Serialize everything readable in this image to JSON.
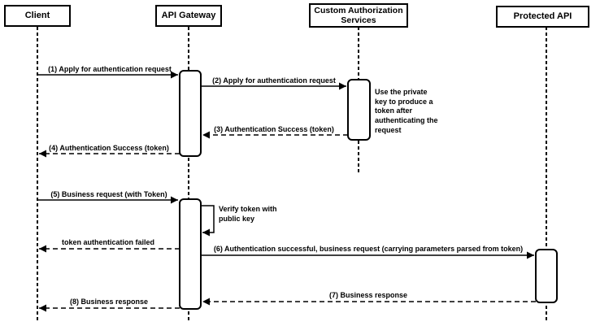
{
  "diagram_type": "uml-sequence",
  "colors": {
    "stroke": "#000000",
    "shape_fill": "#ffffff",
    "text": "#000000",
    "background": "#ffffff"
  },
  "participants": [
    {
      "label": "Client"
    },
    {
      "label": "API Gateway"
    },
    {
      "label": "Custom Authorization Services"
    },
    {
      "label": "Protected API"
    }
  ],
  "messages": [
    {
      "label": "(1) Apply for authentication request",
      "from": "Client",
      "to": "API Gateway",
      "line": "solid"
    },
    {
      "label": "(2) Apply for authentication request",
      "from": "API Gateway",
      "to": "Custom Authorization Services",
      "line": "solid"
    },
    {
      "label": "(3) Authentication Success (token)",
      "from": "Custom Authorization Services",
      "to": "API Gateway",
      "line": "dashed"
    },
    {
      "label": "(4) Authentication Success (token)",
      "from": "API Gateway",
      "to": "Client",
      "line": "dashed"
    },
    {
      "label": "(5) Business request (with Token)",
      "from": "Client",
      "to": "API Gateway",
      "line": "solid"
    },
    {
      "label": "Verify token with public key",
      "from": "API Gateway",
      "to": "API Gateway",
      "line": "self"
    },
    {
      "label": "token authentication failed",
      "from": "API Gateway",
      "to": "Client",
      "line": "dashed"
    },
    {
      "label": "(6) Authentication successful, business request (carrying parameters parsed from token)",
      "from": "API Gateway",
      "to": "Protected API",
      "line": "solid"
    },
    {
      "label": "(7) Business response",
      "from": "Protected API",
      "to": "API Gateway",
      "line": "dashed"
    },
    {
      "label": "(8) Business response",
      "from": "API Gateway",
      "to": "Client",
      "line": "dashed"
    }
  ],
  "notes": [
    {
      "text": "Use the private key to produce a token after authenticating the request"
    }
  ]
}
